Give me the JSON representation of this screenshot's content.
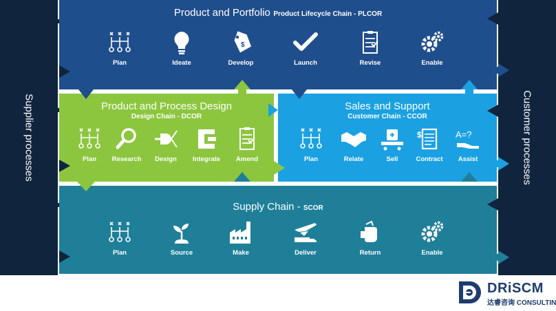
{
  "side_left": {
    "label": "Supplier processes"
  },
  "side_right": {
    "label": "Customer processes"
  },
  "plcor": {
    "title": "Product and Portfolio",
    "subtitle": "Product Lifecycle Chain - PLCOR",
    "items": [
      {
        "label": "Plan",
        "icon": "plan-network-icon"
      },
      {
        "label": "Ideate",
        "icon": "lightbulb-icon"
      },
      {
        "label": "Develop",
        "icon": "price-tag-icon"
      },
      {
        "label": "Launch",
        "icon": "checkmark-icon"
      },
      {
        "label": "Revise",
        "icon": "checklist-icon"
      },
      {
        "label": "Enable",
        "icon": "gears-icon"
      }
    ]
  },
  "dcor": {
    "title": "Product and Process Design",
    "subtitle": "Design Chain - DCOR",
    "items": [
      {
        "label": "Plan",
        "icon": "plan-network-icon"
      },
      {
        "label": "Research",
        "icon": "magnifier-icon"
      },
      {
        "label": "Design",
        "icon": "design-connector-icon"
      },
      {
        "label": "Integrate",
        "icon": "clamp-icon"
      },
      {
        "label": "Amend",
        "icon": "checklist-icon"
      }
    ]
  },
  "ccor": {
    "title": "Sales and Support",
    "subtitle": "Customer Chain - CCOR",
    "items": [
      {
        "label": "Plan",
        "icon": "plan-network-icon"
      },
      {
        "label": "Relate",
        "icon": "handshake-icon"
      },
      {
        "label": "Sell",
        "icon": "shopping-cart-icon"
      },
      {
        "label": "Contract",
        "icon": "contract-icon"
      },
      {
        "label": "Assist",
        "icon": "assist-icon"
      }
    ],
    "assist_icon_text": "A=?"
  },
  "scor": {
    "title": "Supply Chain - ",
    "subtitle": "SCOR",
    "items": [
      {
        "label": "Plan",
        "icon": "plan-network-icon"
      },
      {
        "label": "Source",
        "icon": "seedling-icon"
      },
      {
        "label": "Make",
        "icon": "factory-icon"
      },
      {
        "label": "Deliver",
        "icon": "plane-truck-icon"
      },
      {
        "label": "Return",
        "icon": "return-hand-icon"
      },
      {
        "label": "Enable",
        "icon": "gears-icon"
      }
    ]
  },
  "logo": {
    "brand": "DRiSCM",
    "tagline": "达睿咨询 CONSULTING",
    "icon": "driscm-logo-icon"
  },
  "colors": {
    "plcor": "#1f4e8c",
    "dcor": "#8cc63f",
    "ccor": "#1ba1e2",
    "scor": "#1f7f99",
    "side": "#10243e"
  }
}
